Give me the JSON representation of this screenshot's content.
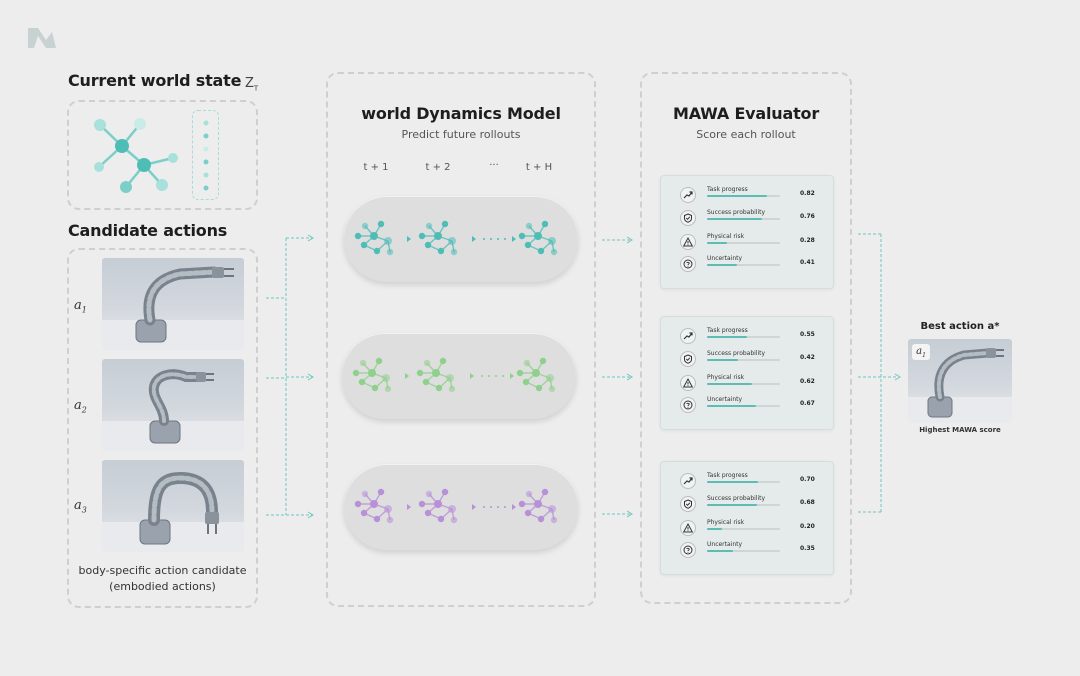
{
  "left": {
    "world_state_title": "Current world state",
    "world_state_symbol": "Z",
    "world_state_subscript": "T",
    "candidate_title": "Candidate actions",
    "actions": [
      {
        "label": "a",
        "sub": "1"
      },
      {
        "label": "a",
        "sub": "2"
      },
      {
        "label": "a",
        "sub": "3"
      }
    ],
    "caption_line1": "body-specific action candidate",
    "caption_line2": "(embodied actions)"
  },
  "dynamics": {
    "title": "world Dynamics Model",
    "subtitle": "Predict future rollouts",
    "steps": [
      "t + 1",
      "t + 2",
      "···",
      "t + H"
    ],
    "rollout_colors": [
      "#4dbdb6",
      "#8fd08c",
      "#b890d8"
    ]
  },
  "evaluator": {
    "title": "MAWA Evaluator",
    "subtitle": "Score each rollout",
    "accent": "#5fbcb5",
    "cards": [
      {
        "metrics": [
          {
            "icon": "trend-up-icon",
            "label": "Task progress",
            "value": "0.82",
            "fraction": 0.82
          },
          {
            "icon": "shield-check-icon",
            "label": "Success probability",
            "value": "0.76",
            "fraction": 0.76
          },
          {
            "icon": "warning-icon",
            "label": "Physical risk",
            "value": "0.28",
            "fraction": 0.28
          },
          {
            "icon": "question-icon",
            "label": "Uncertainty",
            "value": "0.41",
            "fraction": 0.41
          }
        ]
      },
      {
        "metrics": [
          {
            "icon": "trend-up-icon",
            "label": "Task progress",
            "value": "0.55",
            "fraction": 0.55
          },
          {
            "icon": "shield-check-icon",
            "label": "Success probability",
            "value": "0.42",
            "fraction": 0.42
          },
          {
            "icon": "warning-icon",
            "label": "Physical risk",
            "value": "0.62",
            "fraction": 0.62
          },
          {
            "icon": "question-icon",
            "label": "Uncertainty",
            "value": "0.67",
            "fraction": 0.67
          }
        ]
      },
      {
        "metrics": [
          {
            "icon": "trend-up-icon",
            "label": "Task progress",
            "value": "0.70",
            "fraction": 0.7
          },
          {
            "icon": "shield-check-icon",
            "label": "Success probability",
            "value": "0.68",
            "fraction": 0.68
          },
          {
            "icon": "warning-icon",
            "label": "Physical risk",
            "value": "0.20",
            "fraction": 0.2
          },
          {
            "icon": "question-icon",
            "label": "Uncertainty",
            "value": "0.35",
            "fraction": 0.35
          }
        ]
      }
    ]
  },
  "best": {
    "title": "Best action a*",
    "badge_label": "a",
    "badge_sub": "1",
    "caption": "Highest MAWA score"
  }
}
